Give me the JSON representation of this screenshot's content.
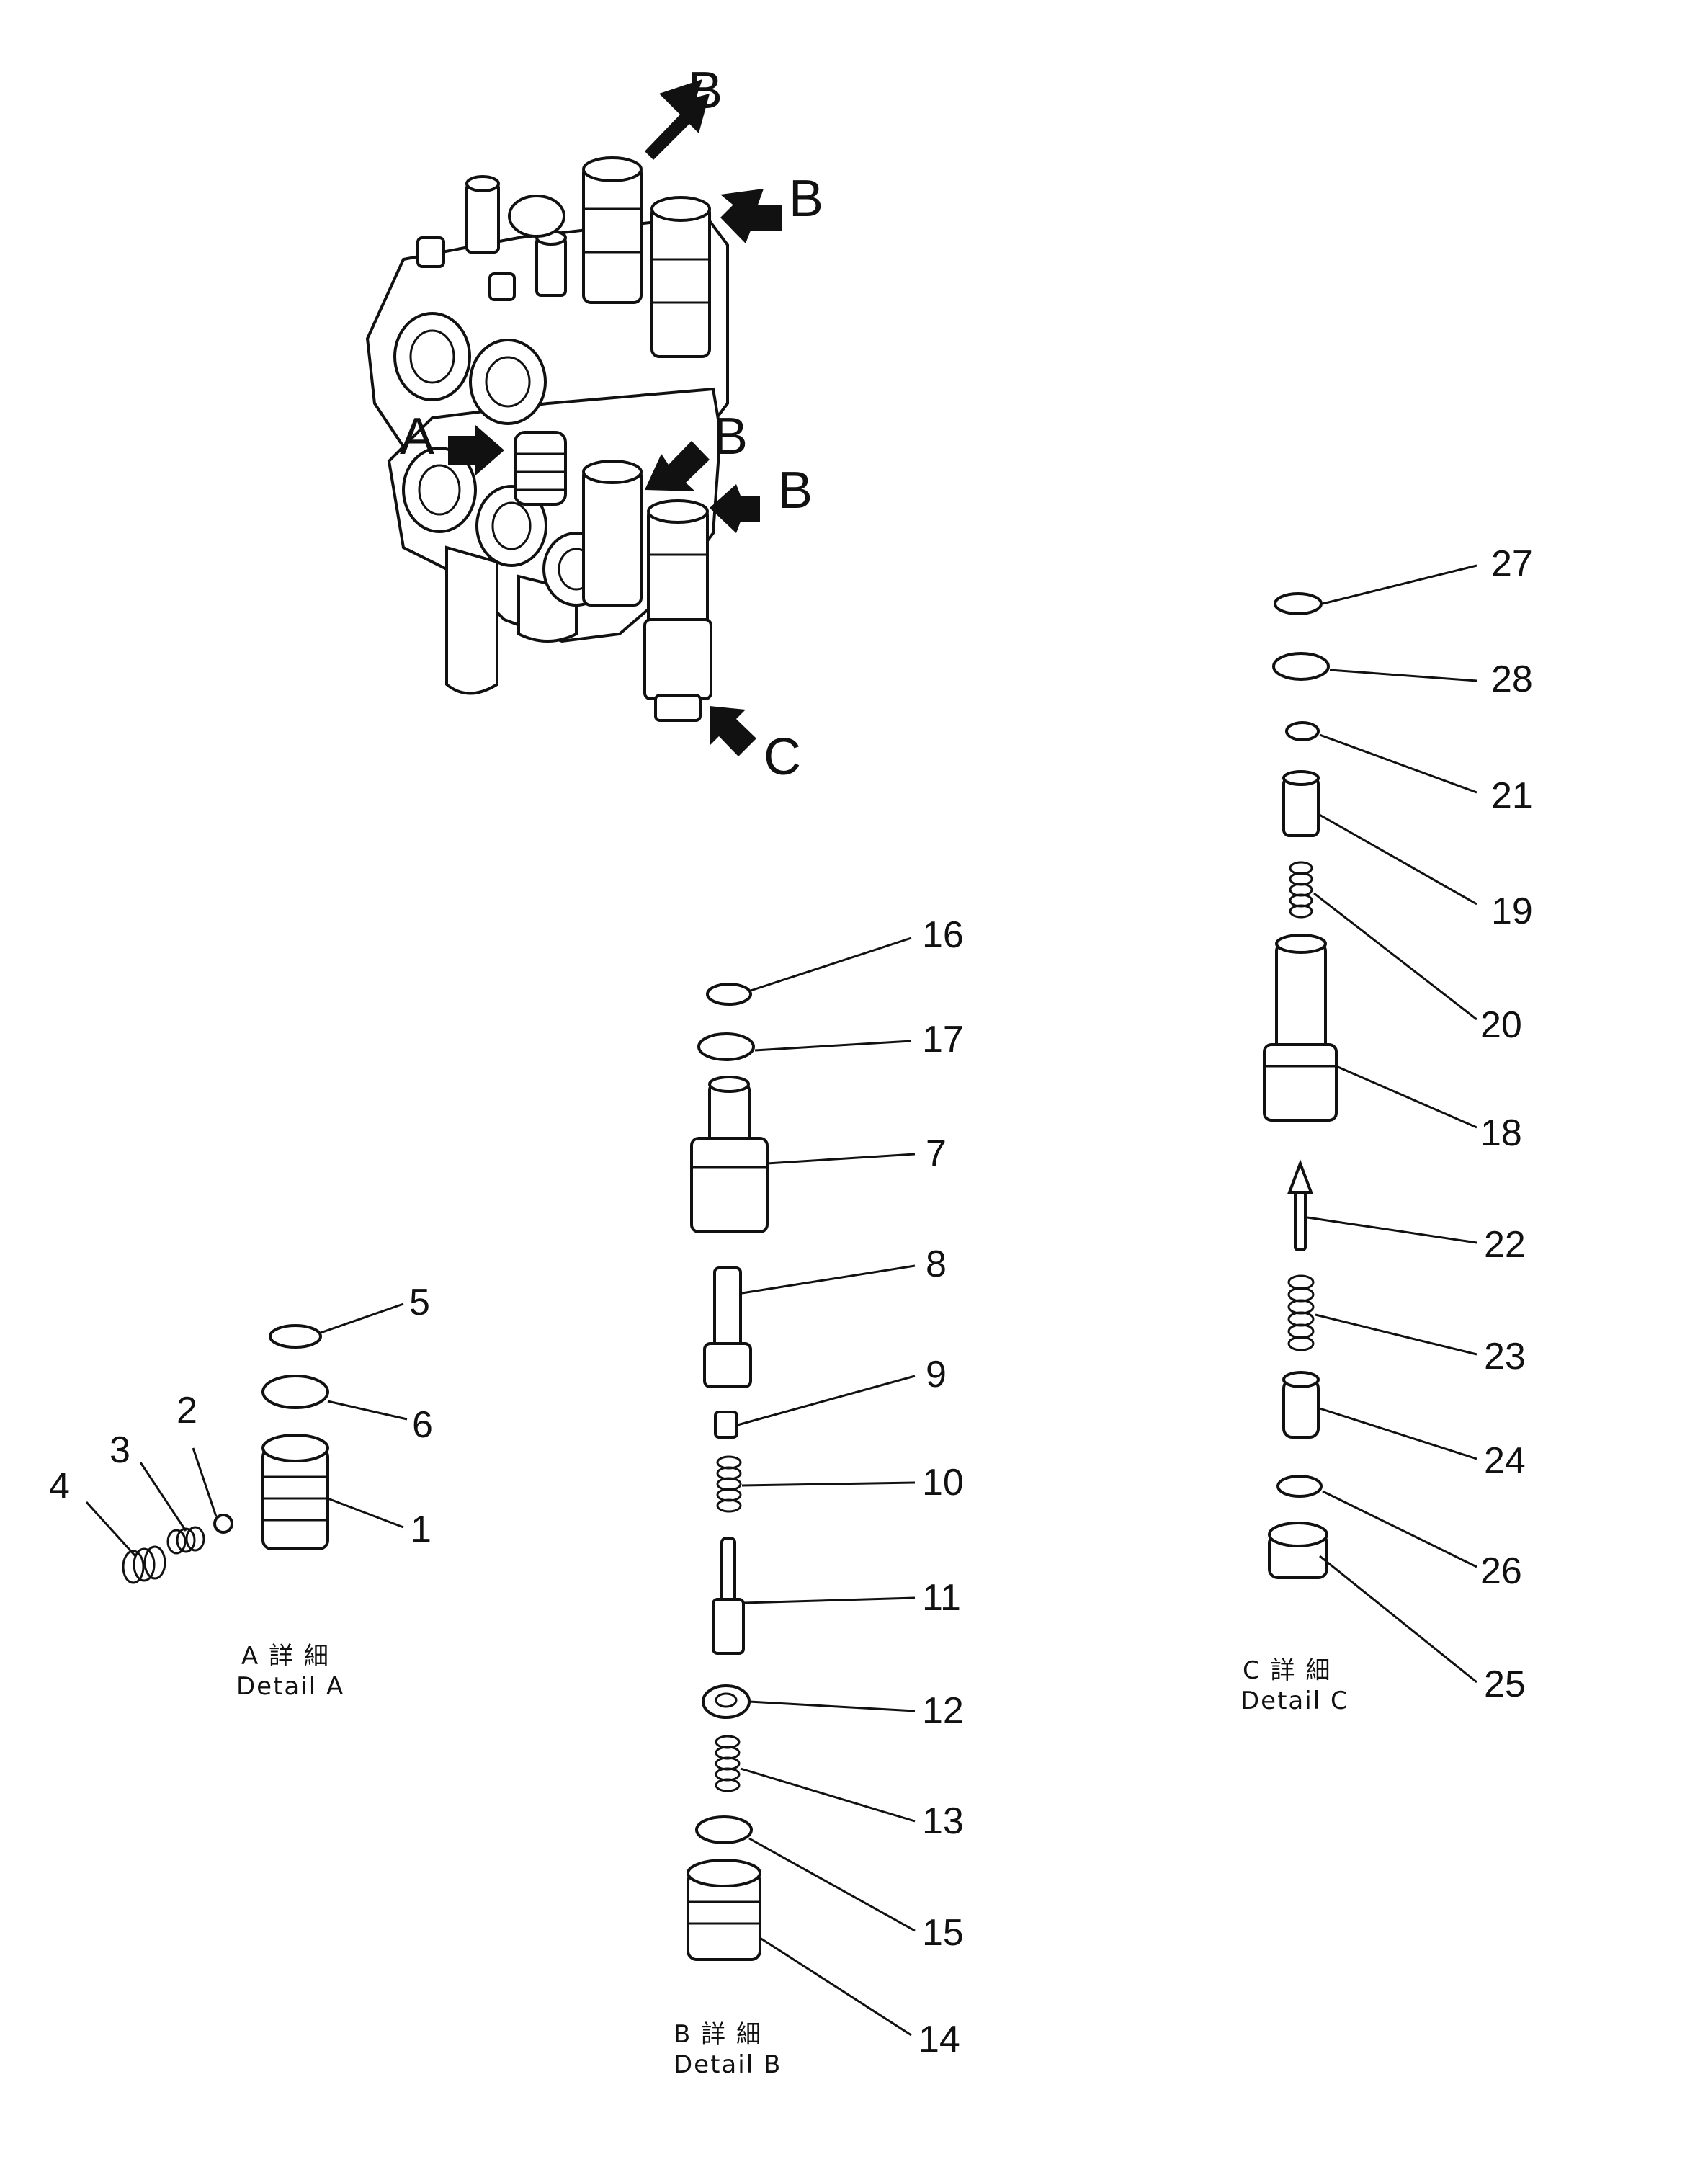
{
  "assembly_callouts": [
    "B",
    "B",
    "A",
    "B",
    "B",
    "C"
  ],
  "detail_captions": {
    "a": {
      "ja": "A 詳 細",
      "en": "Detail A"
    },
    "b": {
      "ja": "B 詳 細",
      "en": "Detail B"
    },
    "c": {
      "ja": "C 詳 細",
      "en": "Detail C"
    }
  },
  "part_numbers": {
    "p1": "1",
    "p2": "2",
    "p3": "3",
    "p4": "4",
    "p5": "5",
    "p6": "6",
    "p7": "7",
    "p8": "8",
    "p9": "9",
    "p10": "10",
    "p11": "11",
    "p12": "12",
    "p13": "13",
    "p14": "14",
    "p15": "15",
    "p16": "16",
    "p17": "17",
    "p18": "18",
    "p19": "19",
    "p20": "20",
    "p21": "21",
    "p22": "22",
    "p23": "23",
    "p24": "24",
    "p25": "25",
    "p26": "26",
    "p27": "27",
    "p28": "28"
  }
}
